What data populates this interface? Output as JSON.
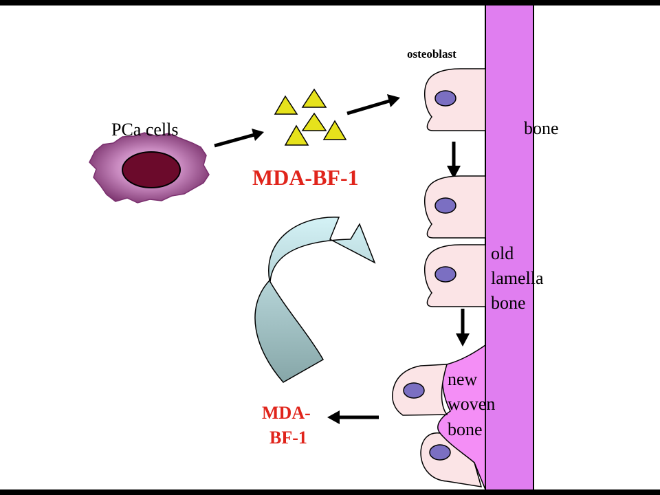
{
  "labels": {
    "pca_cells": "PCa cells",
    "mda_bf1_top": "MDA-BF-1",
    "osteoblast": "osteoblast",
    "bone": "bone",
    "old_lamella_bone": [
      "old",
      "lamella",
      "bone"
    ],
    "new_woven_bone": [
      "new",
      "woven",
      "bone"
    ],
    "mda_bf1_bottom": [
      "MDA-",
      "BF-1"
    ]
  },
  "colors": {
    "bone": "#e07ef0",
    "new_woven_bone": "#f48ef6",
    "osteoblast_fill": "#fbe4e6",
    "nucleus": "#7b6fc2",
    "pca_cell_outer": "#7a2f6e",
    "pca_cell_nucleus": "#6b0a2b",
    "factor_triangles": "#e6e21c",
    "mda_label": "#e0241b",
    "curved_arrow_top": "#cdeef2",
    "curved_arrow_bottom": "#8eaeb0"
  }
}
